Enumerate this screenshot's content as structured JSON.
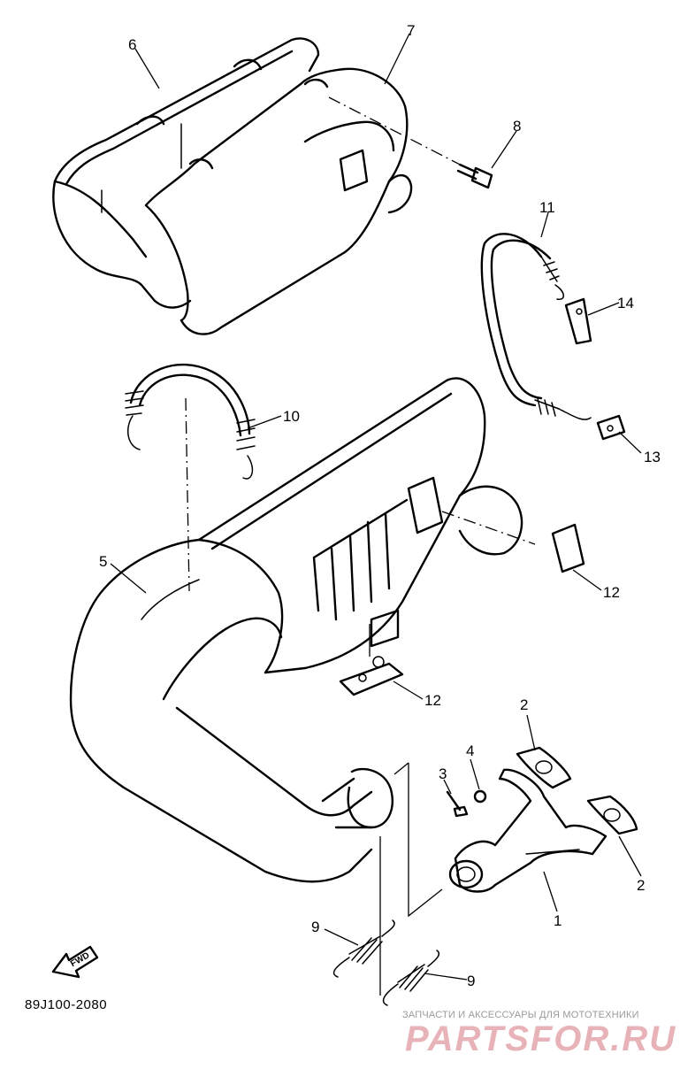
{
  "diagram": {
    "callouts": [
      "1",
      "2",
      "2",
      "3",
      "4",
      "5",
      "6",
      "7",
      "8",
      "9",
      "9",
      "10",
      "11",
      "12",
      "12",
      "13",
      "14"
    ],
    "fwd_label": "FWD",
    "part_code": "89J100-2080"
  },
  "watermark": {
    "tagline": "ЗАПЧАСТИ И АКСЕССУАРЫ ДЛЯ МОТОТЕХНИКИ",
    "logo_text": "PARTSFOR.RU",
    "color": "#e8b3b8"
  }
}
